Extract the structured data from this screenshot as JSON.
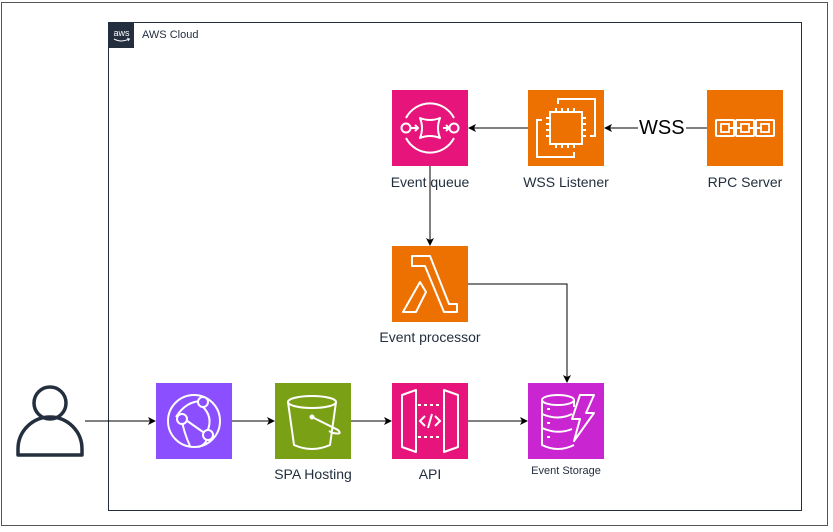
{
  "group": {
    "title": "AWS Cloud",
    "badge_text": "aws",
    "badge_color": "#232F3E"
  },
  "nodes": {
    "user": {
      "label": "",
      "icon": "user-icon",
      "color": "#232F3E"
    },
    "cdn": {
      "label": "",
      "icon": "cloudfront-icon",
      "color": "#8C4FFF"
    },
    "spa": {
      "label": "SPA Hosting",
      "icon": "s3-bucket-icon",
      "color": "#7AA116"
    },
    "api": {
      "label": "API",
      "icon": "api-gateway-icon",
      "color": "#E7157B"
    },
    "storage": {
      "label": "Event Storage",
      "icon": "dynamodb-icon",
      "color": "#C925D1"
    },
    "queue": {
      "label": "Event queue",
      "icon": "sqs-icon",
      "color": "#E7157B"
    },
    "listener": {
      "label": "WSS Listener",
      "icon": "ec2-icon",
      "color": "#ED7100"
    },
    "rpc": {
      "label": "RPC Server",
      "icon": "blockchain-icon",
      "color": "#ED7100"
    },
    "processor": {
      "label": "Event processor",
      "icon": "lambda-icon",
      "color": "#ED7100"
    }
  },
  "edges": [
    {
      "from": "user",
      "to": "cdn",
      "label": ""
    },
    {
      "from": "cdn",
      "to": "spa",
      "label": ""
    },
    {
      "from": "spa",
      "to": "api",
      "label": ""
    },
    {
      "from": "api",
      "to": "storage",
      "label": ""
    },
    {
      "from": "rpc",
      "to": "listener",
      "label": "WSS"
    },
    {
      "from": "listener",
      "to": "queue",
      "label": ""
    },
    {
      "from": "queue",
      "to": "processor",
      "label": ""
    },
    {
      "from": "processor",
      "to": "storage",
      "label": ""
    }
  ],
  "edge_labels": {
    "wss": "WSS"
  }
}
